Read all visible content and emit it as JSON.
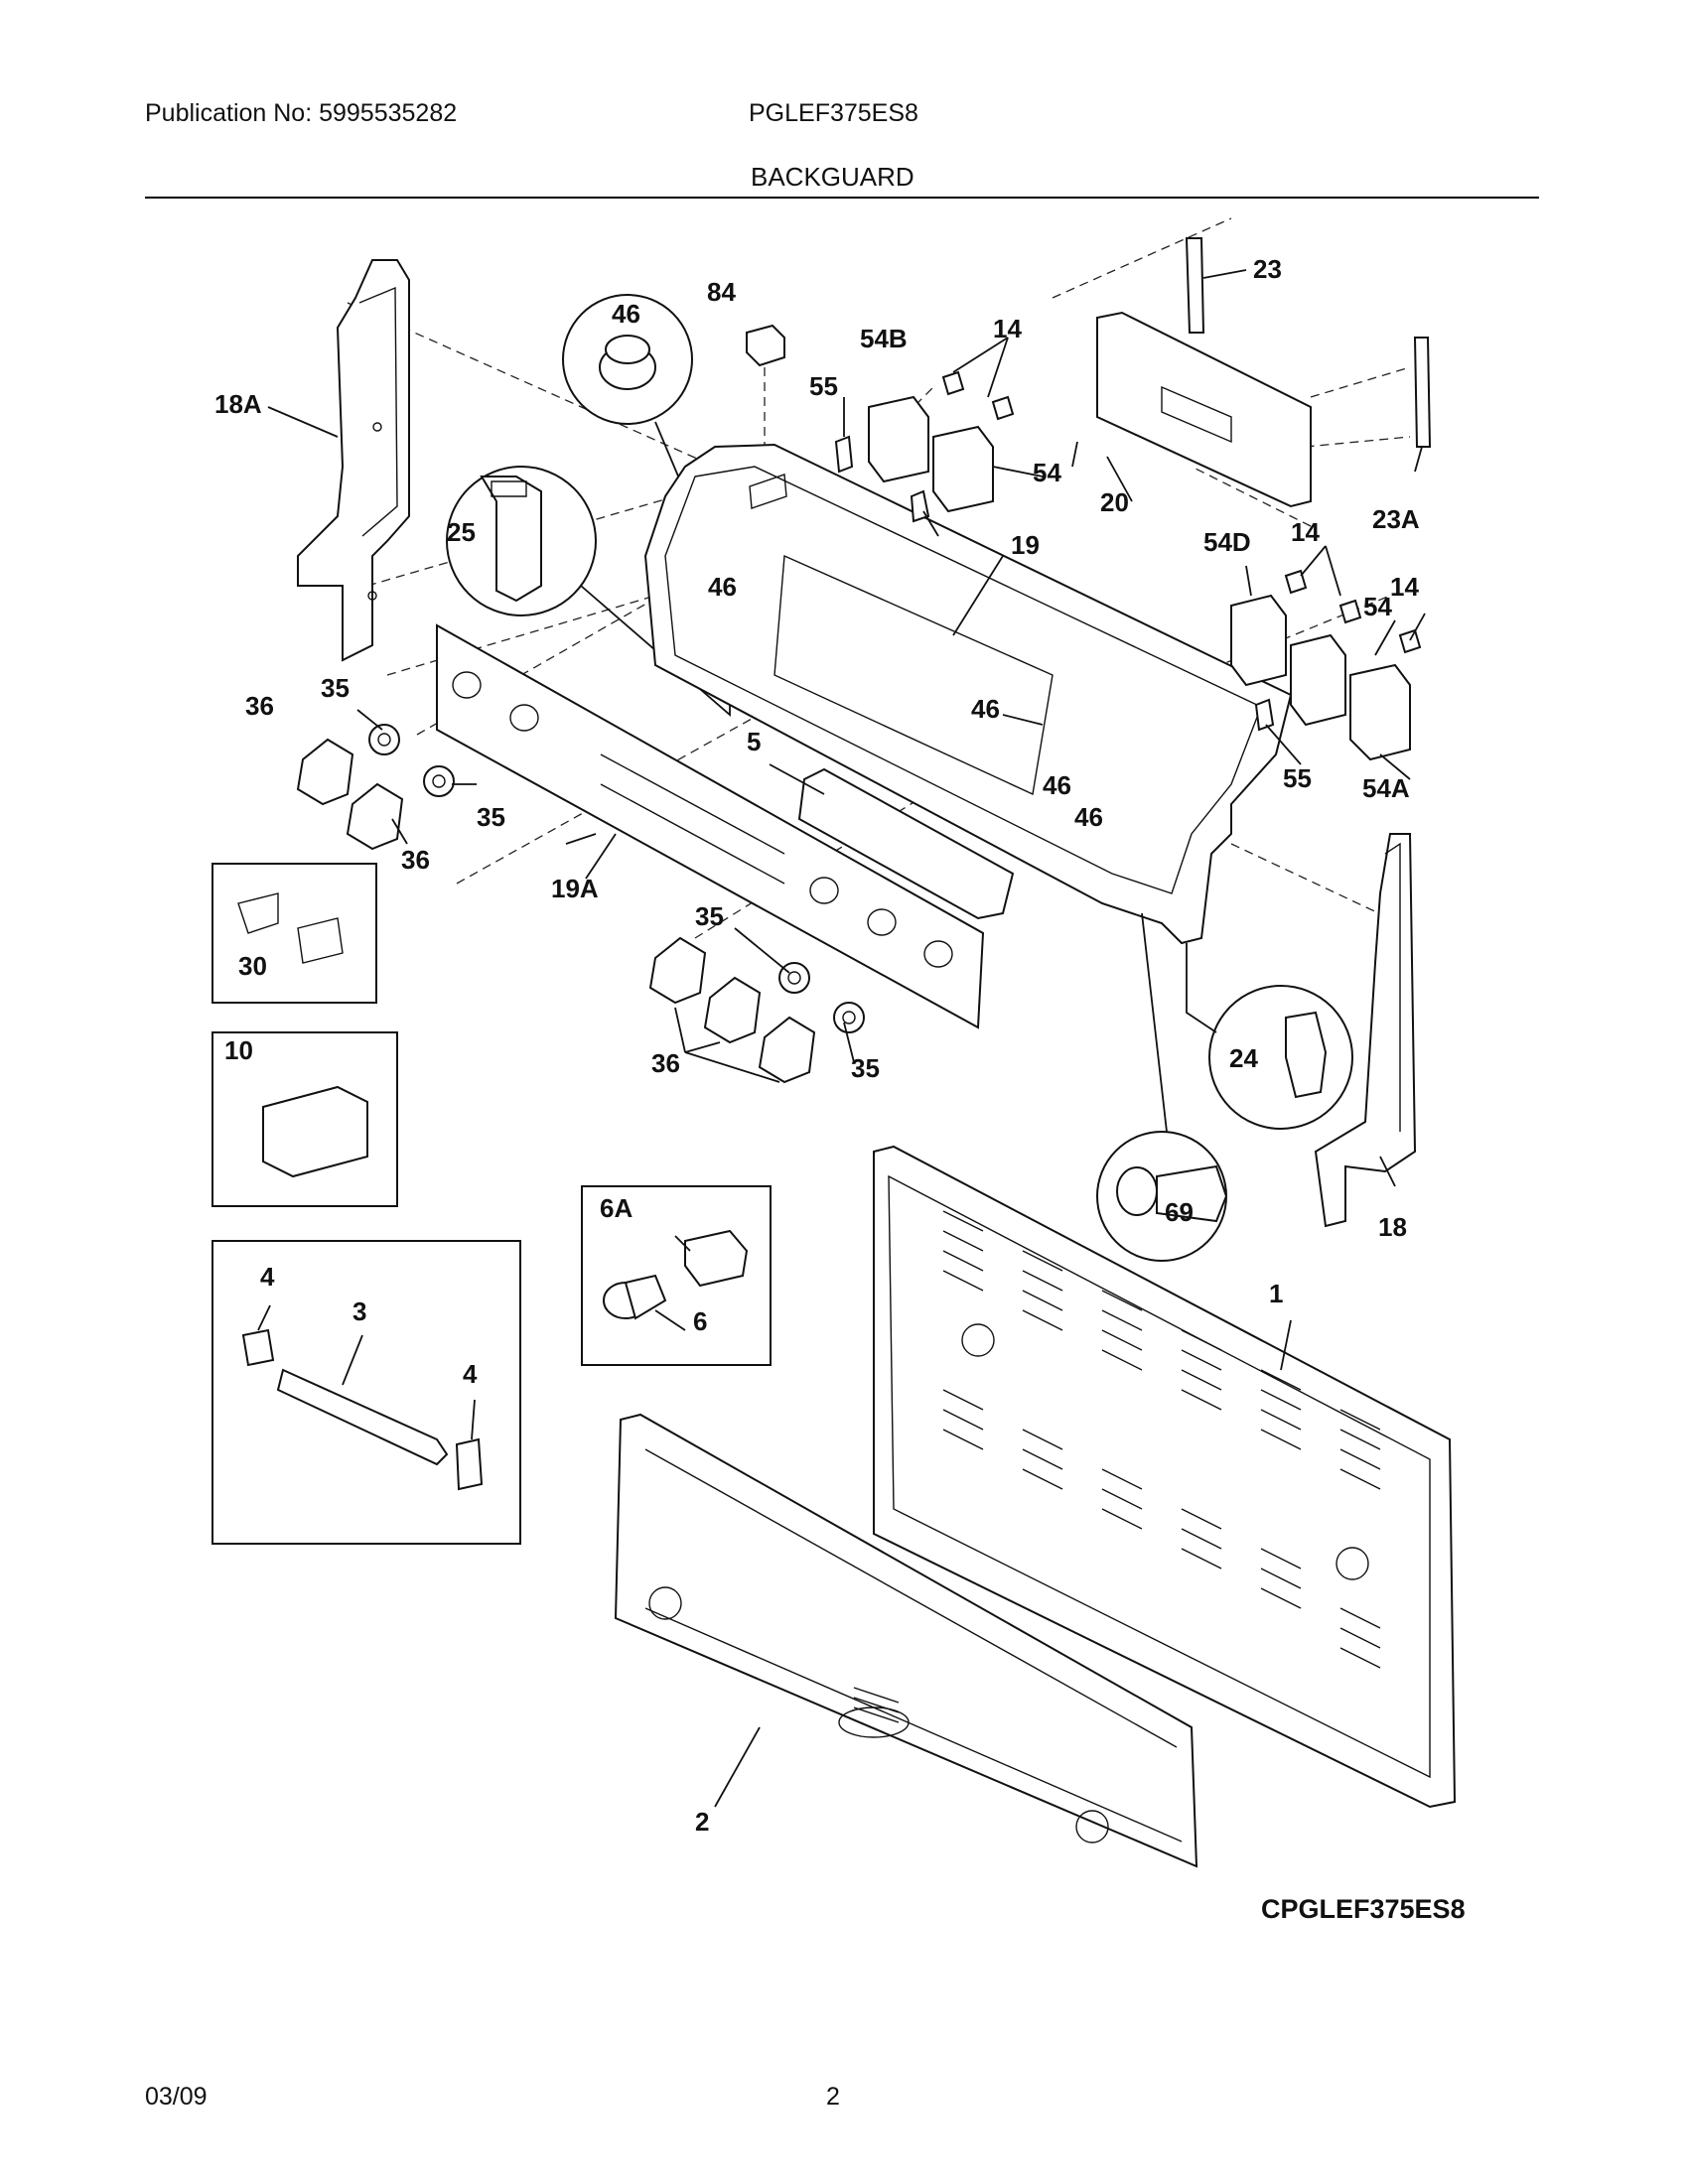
{
  "header": {
    "publication": "Publication No: 5995535282",
    "model": "PGLEF375ES8",
    "section": "BACKGUARD"
  },
  "footer": {
    "date": "03/09",
    "page": "2"
  },
  "drawing_code": "CPGLEF375ES8",
  "callouts": [
    "84",
    "46",
    "54B",
    "14",
    "55",
    "54",
    "23",
    "18A",
    "25",
    "19",
    "20",
    "23A",
    "54D",
    "46",
    "14",
    "54",
    "14",
    "36",
    "35",
    "46",
    "5",
    "55",
    "54A",
    "35",
    "36",
    "46",
    "46",
    "19A",
    "35",
    "30",
    "10",
    "24",
    "36",
    "35",
    "69",
    "18",
    "6A",
    "6",
    "4",
    "3",
    "1",
    "4",
    "2"
  ]
}
